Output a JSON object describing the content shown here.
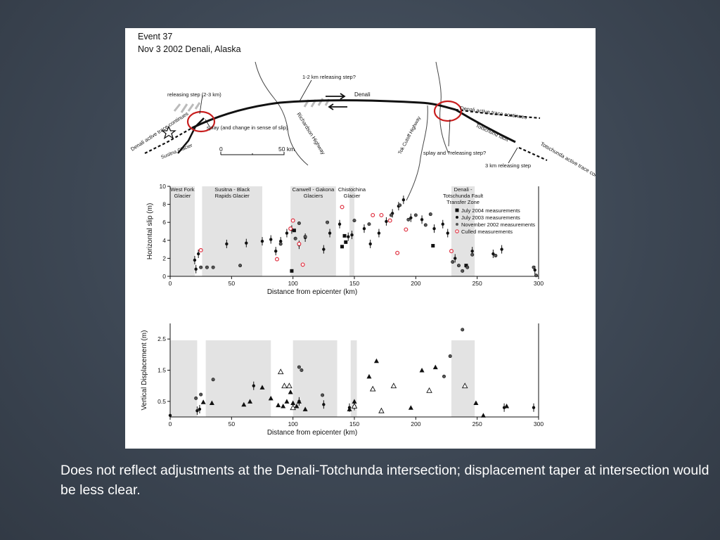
{
  "caption": "Does not reflect adjustments at the Denali-Totchunda intersection; displacement taper at intersection would be less clear.",
  "figure": {
    "title_line1": "Event 37",
    "title_line2": "Nov 3 2002 Denali, Alaska",
    "map": {
      "labels": {
        "releasing_step_1_2": "1-2 km releasing step?",
        "denali": "Denali",
        "releasing_step_2_3": "releasing step (2-3 km)",
        "denali_active_left": "Denali active trace continues",
        "denali_active_right": "Denali active trace continues",
        "splay_change": "splay (and change in sense of slip)",
        "susitna_glacier": "Susitna Glacier",
        "richardson_highway": "Richardson Highway",
        "tok_cutoff_highway": "Tok Cutoff Highway",
        "totschunda_fault": "Totschund fault",
        "splay_releasing": "splay and ?releasing step?",
        "releasing_step_3": "3 km releasing step",
        "totschunda_active": "Totschunda active trace continues",
        "scale_0": "0",
        "scale_50": "50 km"
      }
    }
  },
  "chart_data": [
    {
      "type": "scatter",
      "ylabel": "Horizontal slip (m)",
      "xlabel": "Distance from epicenter (km)",
      "xlim": [
        0,
        300
      ],
      "ylim": [
        0,
        10
      ],
      "x_ticks": [
        0,
        50,
        100,
        150,
        200,
        250,
        300
      ],
      "y_ticks": [
        0,
        2,
        4,
        6,
        8,
        10
      ],
      "zones": [
        {
          "label": "West Fork Glacier",
          "x0": 0,
          "x1": 20
        },
        {
          "label": "Susitna - Black Rapids Glacier",
          "x0": 26,
          "x1": 75
        },
        {
          "label": "Canwell - Gakona Glaciers",
          "x0": 98,
          "x1": 135
        },
        {
          "label": "Chistochina Glacier",
          "x0": 146,
          "x1": 150
        },
        {
          "label": "Denali - Totschunda Fault Transfer Zone",
          "x0": 229,
          "x1": 248
        }
      ],
      "legend": {
        "placement": "right",
        "entries": [
          "July 2004 measurements",
          "July 2003 measurements",
          "November 2002 measurements",
          "Culled measurements"
        ]
      },
      "series": [
        {
          "name": "July 2004 measurements",
          "marker": "square",
          "points": [
            [
              99,
              0.6
            ],
            [
              101,
              5.1
            ],
            [
              140,
              3.3
            ],
            [
              142,
              4.5
            ],
            [
              143,
              3.8
            ],
            [
              214,
              3.4
            ],
            [
              241,
              1.2
            ]
          ]
        },
        {
          "name": "July 2003 measurements",
          "marker": "dot",
          "points": [
            [
              20,
              1.8
            ],
            [
              21,
              0.8
            ],
            [
              23,
              2.5
            ],
            [
              46,
              3.6
            ],
            [
              62,
              3.7
            ],
            [
              75,
              3.9
            ],
            [
              82,
              4.1
            ],
            [
              86,
              2.8
            ],
            [
              90,
              3.9
            ],
            [
              95,
              4.8
            ],
            [
              99,
              5.2
            ],
            [
              105,
              3.5
            ],
            [
              110,
              4.3
            ],
            [
              125,
              3.0
            ],
            [
              130,
              4.8
            ],
            [
              138,
              5.8
            ],
            [
              145,
              4.4
            ],
            [
              148,
              4.6
            ],
            [
              158,
              5.3
            ],
            [
              163,
              3.6
            ],
            [
              170,
              4.8
            ],
            [
              176,
              6.1
            ],
            [
              181,
              7.0
            ],
            [
              186,
              7.8
            ],
            [
              190,
              8.5
            ],
            [
              196,
              6.5
            ],
            [
              205,
              6.3
            ],
            [
              215,
              5.3
            ],
            [
              222,
              5.8
            ],
            [
              226,
              4.8
            ],
            [
              232,
              2.0
            ],
            [
              246,
              2.8
            ],
            [
              263,
              2.5
            ],
            [
              270,
              3.0
            ],
            [
              297,
              0.7
            ]
          ]
        },
        {
          "name": "November 2002 measurements",
          "marker": "circle",
          "points": [
            [
              25,
              1.0
            ],
            [
              30,
              1.0
            ],
            [
              35,
              1.0
            ],
            [
              57,
              1.2
            ],
            [
              90,
              3.6
            ],
            [
              102,
              4.2
            ],
            [
              105,
              5.9
            ],
            [
              110,
              4.4
            ],
            [
              128,
              6.0
            ],
            [
              150,
              6.2
            ],
            [
              162,
              5.8
            ],
            [
              180,
              6.8
            ],
            [
              187,
              7.9
            ],
            [
              194,
              6.3
            ],
            [
              200,
              6.8
            ],
            [
              208,
              5.7
            ],
            [
              212,
              6.9
            ],
            [
              230,
              1.6
            ],
            [
              235,
              1.2
            ],
            [
              238,
              0.6
            ],
            [
              242,
              1.0
            ],
            [
              246,
              2.4
            ],
            [
              265,
              2.3
            ],
            [
              296,
              1.0
            ],
            [
              298,
              0.1
            ]
          ]
        },
        {
          "name": "Culled measurements",
          "marker": "circle-open-red",
          "points": [
            [
              25,
              2.9
            ],
            [
              87,
              1.9
            ],
            [
              98,
              5.3
            ],
            [
              100,
              6.2
            ],
            [
              105,
              3.6
            ],
            [
              108,
              1.3
            ],
            [
              140,
              7.7
            ],
            [
              165,
              6.8
            ],
            [
              172,
              6.8
            ],
            [
              179,
              6.2
            ],
            [
              185,
              2.6
            ],
            [
              192,
              5.2
            ],
            [
              229,
              2.8
            ]
          ]
        }
      ]
    },
    {
      "type": "scatter",
      "ylabel": "Vertical Displacement (m)",
      "xlabel": "Distance from epicenter (km)",
      "xlim": [
        0,
        300
      ],
      "ylim": [
        0,
        3
      ],
      "x_ticks": [
        0,
        50,
        100,
        150,
        200,
        250,
        300
      ],
      "y_ticks": [
        0.5,
        1.5,
        2.5
      ],
      "zones": [
        {
          "x0": 0,
          "x1": 22
        },
        {
          "x0": 29,
          "x1": 82
        },
        {
          "x0": 100,
          "x1": 136
        },
        {
          "x0": 147,
          "x1": 152
        },
        {
          "x0": 229,
          "x1": 248
        }
      ],
      "series": [
        {
          "name": "",
          "marker": "dot",
          "points": [
            [
              0,
              0.05
            ],
            [
              22,
              0.2
            ],
            [
              24,
              0.25
            ],
            [
              68,
              1.0
            ],
            [
              105,
              0.5
            ],
            [
              125,
              0.4
            ],
            [
              146,
              0.3
            ],
            [
              150,
              0.35
            ],
            [
              272,
              0.3
            ],
            [
              296,
              0.3
            ]
          ]
        },
        {
          "name": "",
          "marker": "circle",
          "points": [
            [
              21,
              0.6
            ],
            [
              25,
              0.72
            ],
            [
              35,
              1.2
            ],
            [
              105,
              1.6
            ],
            [
              107,
              1.5
            ],
            [
              124,
              0.7
            ],
            [
              223,
              1.3
            ],
            [
              228,
              1.95
            ],
            [
              238,
              2.8
            ]
          ]
        },
        {
          "name": "",
          "marker": "triangle",
          "points": [
            [
              27,
              0.48
            ],
            [
              34,
              0.45
            ],
            [
              60,
              0.4
            ],
            [
              65,
              0.5
            ],
            [
              75,
              0.95
            ],
            [
              82,
              0.6
            ],
            [
              88,
              0.38
            ],
            [
              92,
              0.35
            ],
            [
              95,
              0.5
            ],
            [
              98,
              0.8
            ],
            [
              100,
              0.45
            ],
            [
              103,
              0.35
            ],
            [
              105,
              0.5
            ],
            [
              110,
              0.25
            ],
            [
              146,
              0.25
            ],
            [
              150,
              0.5
            ],
            [
              162,
              1.3
            ],
            [
              168,
              1.8
            ],
            [
              196,
              0.3
            ],
            [
              205,
              1.5
            ],
            [
              216,
              1.6
            ],
            [
              249,
              0.45
            ],
            [
              255,
              0.05
            ],
            [
              274,
              0.35
            ]
          ]
        },
        {
          "name": "",
          "marker": "triangle-open",
          "points": [
            [
              90,
              1.45
            ],
            [
              93,
              1.0
            ],
            [
              97,
              1.0
            ],
            [
              100,
              0.3
            ],
            [
              150,
              0.35
            ],
            [
              165,
              0.9
            ],
            [
              172,
              0.2
            ],
            [
              182,
              1.0
            ],
            [
              211,
              0.85
            ],
            [
              240,
              1.0
            ]
          ]
        }
      ]
    }
  ]
}
